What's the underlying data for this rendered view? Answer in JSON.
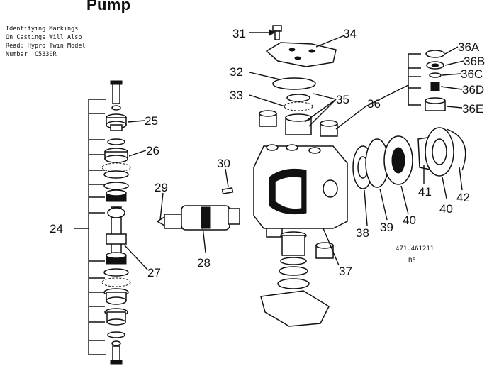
{
  "title": "Pump",
  "notes": [
    "Identifying Markings",
    "On Castings Will Also",
    "Read: Hypro Twin Model",
    "Number  C5330R"
  ],
  "reference": {
    "number": "471.461211",
    "code": "B5"
  },
  "callouts": [
    "24",
    "25",
    "26",
    "27",
    "28",
    "29",
    "30",
    "31",
    "32",
    "33",
    "34",
    "35",
    "36",
    "36A",
    "36B",
    "36C",
    "36D",
    "36E",
    "37",
    "38",
    "39",
    "40",
    "40",
    "41",
    "42"
  ],
  "colors": {
    "ink": "#111111",
    "paper": "#ffffff"
  }
}
